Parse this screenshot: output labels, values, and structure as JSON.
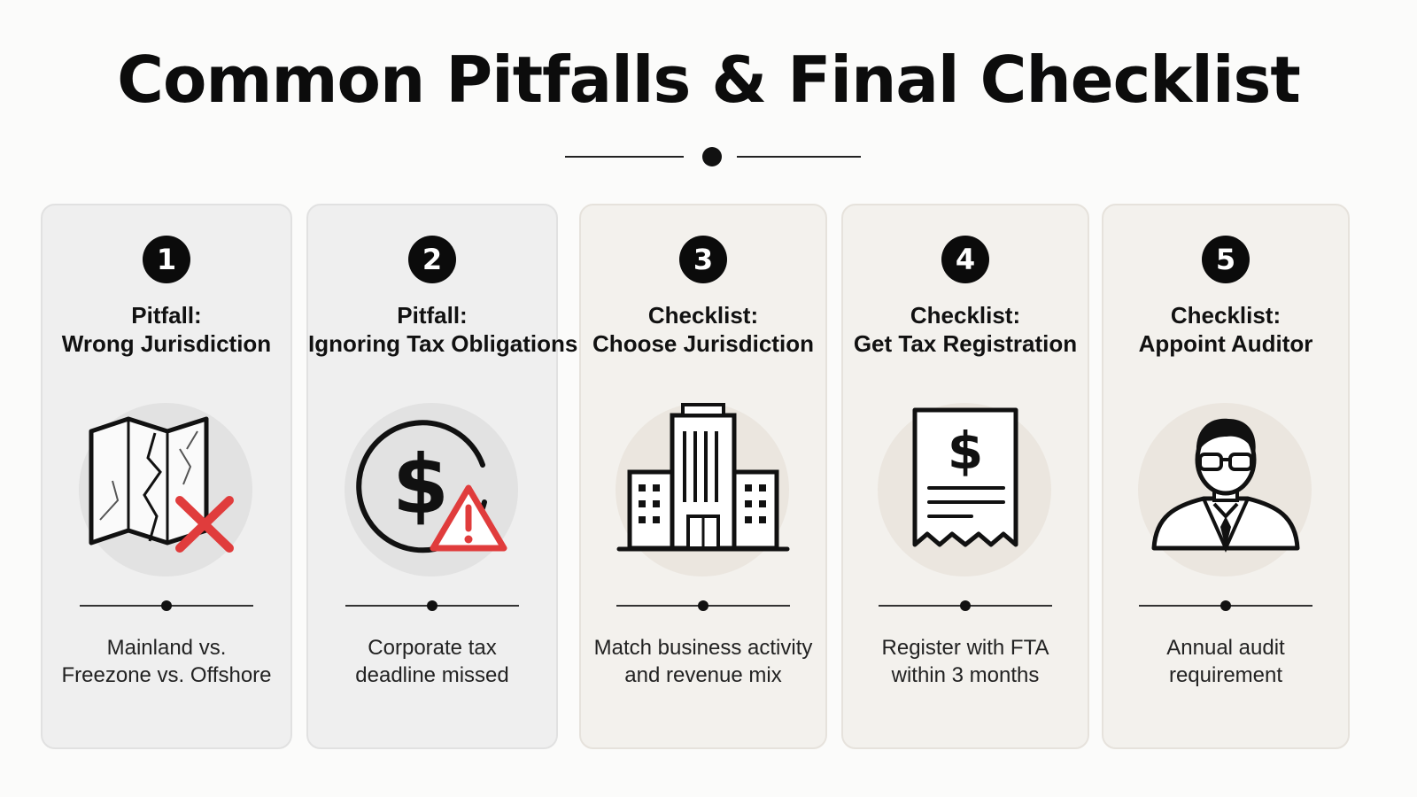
{
  "title": "Common Pitfalls & Final Checklist",
  "colors": {
    "accent_red": "#e03c3c",
    "badge_black": "#0b0b0b",
    "pitfall_card": "#efefef",
    "checklist_card": "#f3f1ed"
  },
  "cards": [
    {
      "number": "1",
      "kind": "pitfall",
      "label_line1": "Pitfall:",
      "label_line2": "Wrong Jurisdiction",
      "icon": "torn-map-with-x-icon",
      "desc_line1": "Mainland vs.",
      "desc_line2": "Freezone vs. Offshore"
    },
    {
      "number": "2",
      "kind": "pitfall",
      "label_line1": "Pitfall:",
      "label_line2": "Ignoring Tax Obligations",
      "icon": "dollar-with-warning-icon",
      "desc_line1": "Corporate tax",
      "desc_line2": "deadline missed"
    },
    {
      "number": "3",
      "kind": "checklist",
      "label_line1": "Checklist:",
      "label_line2": "Choose Jurisdiction",
      "icon": "office-building-icon",
      "desc_line1": "Match business activity",
      "desc_line2": "and revenue mix"
    },
    {
      "number": "4",
      "kind": "checklist",
      "label_line1": "Checklist:",
      "label_line2": "Get Tax Registration",
      "icon": "dollar-receipt-icon",
      "desc_line1": "Register with FTA",
      "desc_line2": "within 3 months"
    },
    {
      "number": "5",
      "kind": "checklist",
      "label_line1": "Checklist:",
      "label_line2": "Appoint Auditor",
      "icon": "auditor-person-icon",
      "desc_line1": "Annual audit",
      "desc_line2": "requirement"
    }
  ]
}
